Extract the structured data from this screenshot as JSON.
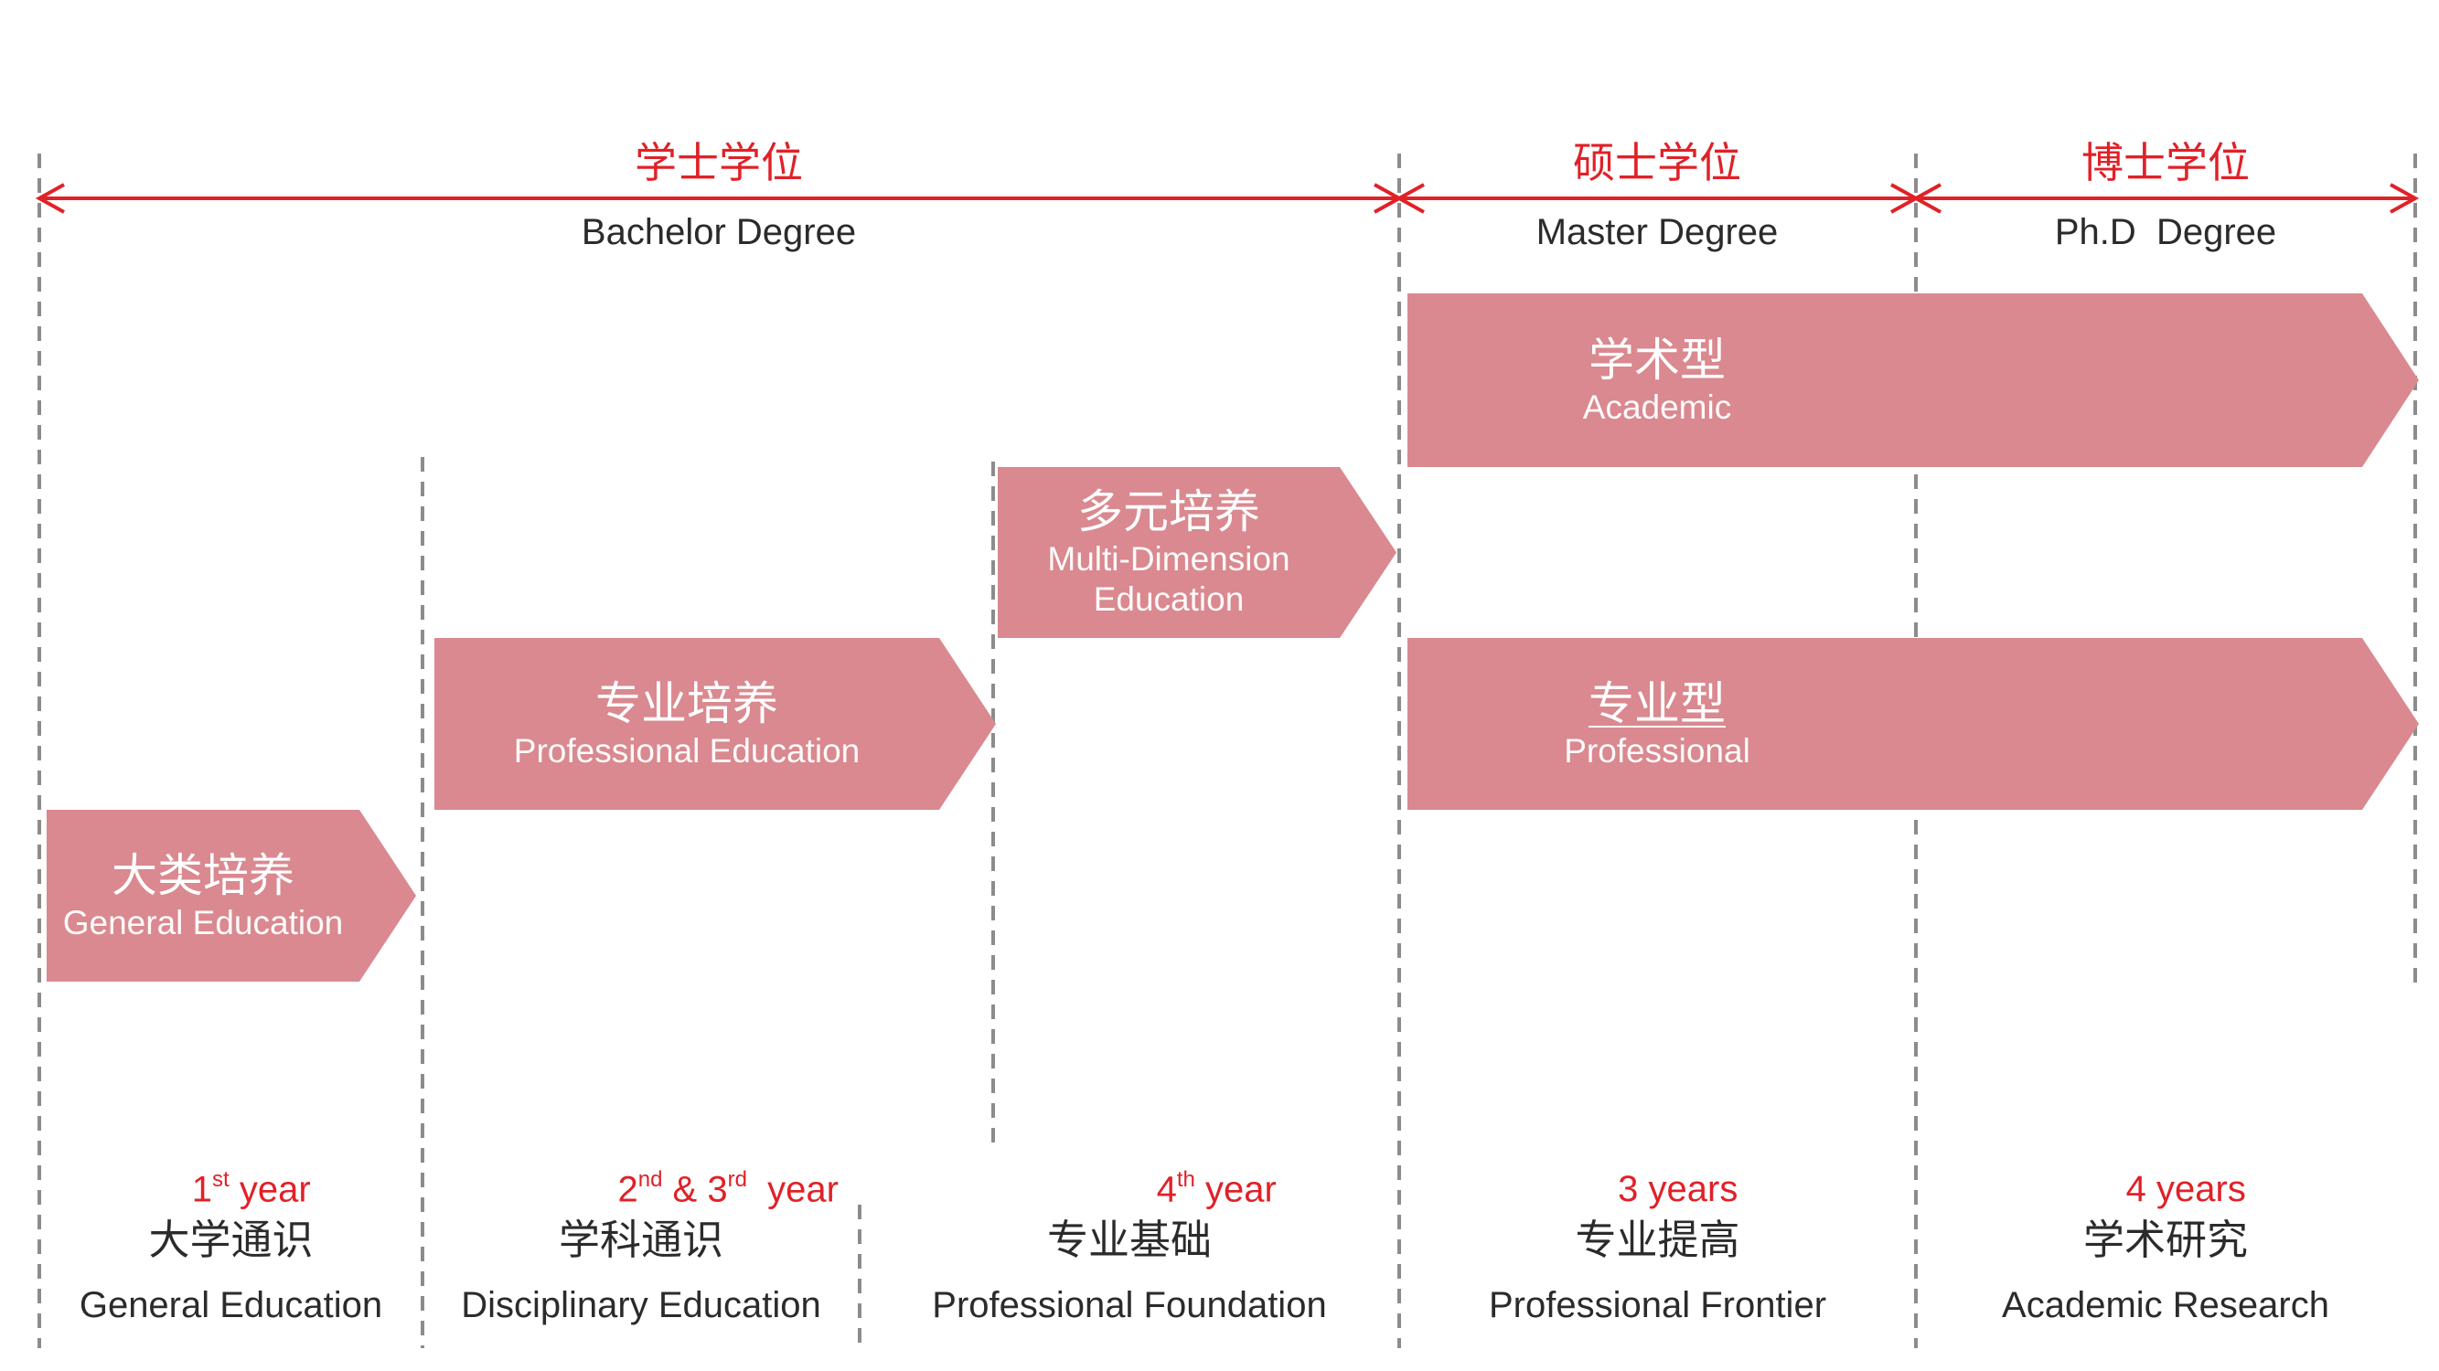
{
  "degrees": [
    {
      "zh": "学士学位",
      "en": "Bachelor Degree"
    },
    {
      "zh": "硕士学位",
      "en": "Master Degree"
    },
    {
      "zh": "博士学位",
      "en": "Ph.D  Degree"
    }
  ],
  "banners": [
    {
      "id": "academic",
      "zh": "学术型",
      "en": "Academic"
    },
    {
      "id": "multi-dimension",
      "zh": "多元培养",
      "en": "Multi-Dimension Education"
    },
    {
      "id": "professional-education",
      "zh": "专业培养",
      "en": "Professional Education"
    },
    {
      "id": "professional",
      "zh": "专业型",
      "en": "Professional"
    },
    {
      "id": "general-education",
      "zh": "大类培养",
      "en": "General Education"
    }
  ],
  "years": [
    {
      "pre": "1",
      "sup1": "st",
      "rest": " year"
    },
    {
      "pre": "2",
      "sup1": "nd",
      "mid": " & 3",
      "sup2": "rd",
      "rest": "  year"
    },
    {
      "pre": "4",
      "sup1": "th",
      "rest": " year"
    },
    {
      "pre": "3 years"
    },
    {
      "pre": "4 years"
    }
  ],
  "stages": [
    {
      "zh": "大学通识",
      "en": "General Education"
    },
    {
      "zh": "学科通识",
      "en": "Disciplinary Education"
    },
    {
      "zh": "专业基础",
      "en": "Professional Foundation"
    },
    {
      "zh": "专业提高",
      "en": "Professional Frontier"
    },
    {
      "zh": "学术研究",
      "en": "Academic Research"
    }
  ],
  "colors": {
    "red": "#e02128",
    "pink": "#d9898f",
    "dark": "#2b2b2b",
    "gray": "#8c8c8c"
  }
}
